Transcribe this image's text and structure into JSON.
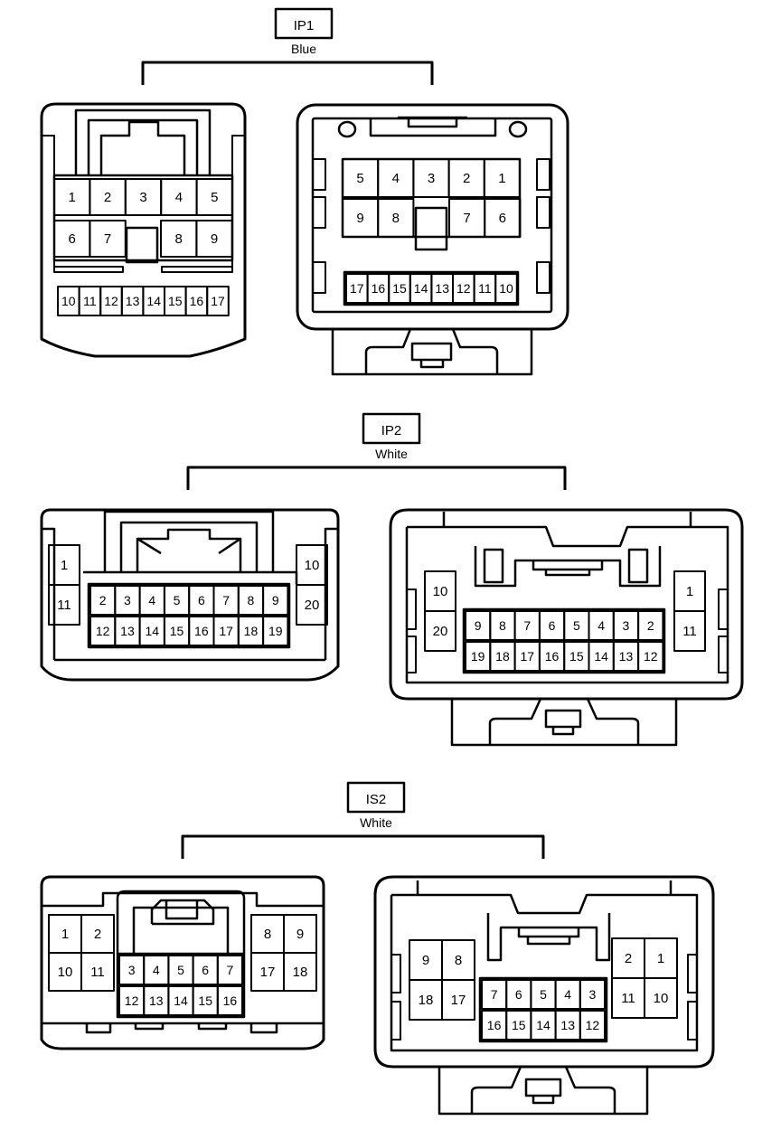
{
  "colors": {
    "ink": "#000000",
    "paper": "#ffffff"
  },
  "connectors": [
    {
      "id": "ip1",
      "code": "IP1",
      "color_label": "Blue",
      "left_pins": {
        "row1": [
          "1",
          "2",
          "3",
          "4",
          "5"
        ],
        "row2a": [
          "6",
          "7"
        ],
        "row2b": [
          "8",
          "9"
        ],
        "row3": [
          "10",
          "11",
          "12",
          "13",
          "14",
          "15",
          "16",
          "17"
        ]
      },
      "right_pins": {
        "row1": [
          "5",
          "4",
          "3",
          "2",
          "1"
        ],
        "row2a": [
          "9",
          "8"
        ],
        "row2b": [
          "7",
          "6"
        ],
        "row3": [
          "17",
          "16",
          "15",
          "14",
          "13",
          "12",
          "11",
          "10"
        ]
      }
    },
    {
      "id": "ip2",
      "code": "IP2",
      "color_label": "White",
      "left_pins": {
        "side_left": [
          "1",
          "11"
        ],
        "side_right": [
          "10",
          "20"
        ],
        "row1": [
          "2",
          "3",
          "4",
          "5",
          "6",
          "7",
          "8",
          "9"
        ],
        "row2": [
          "12",
          "13",
          "14",
          "15",
          "16",
          "17",
          "18",
          "19"
        ]
      },
      "right_pins": {
        "side_left": [
          "10",
          "20"
        ],
        "side_right": [
          "1",
          "11"
        ],
        "row1": [
          "9",
          "8",
          "7",
          "6",
          "5",
          "4",
          "3",
          "2"
        ],
        "row2": [
          "19",
          "18",
          "17",
          "16",
          "15",
          "14",
          "13",
          "12"
        ]
      }
    },
    {
      "id": "is2",
      "code": "IS2",
      "color_label": "White",
      "left_pins": {
        "block_left": [
          "1",
          "2",
          "10",
          "11"
        ],
        "block_right": [
          "8",
          "9",
          "17",
          "18"
        ],
        "row1": [
          "3",
          "4",
          "5",
          "6",
          "7"
        ],
        "row2": [
          "12",
          "13",
          "14",
          "15",
          "16"
        ]
      },
      "right_pins": {
        "block_left": [
          "9",
          "8",
          "18",
          "17"
        ],
        "block_right": [
          "2",
          "1",
          "11",
          "10"
        ],
        "row1": [
          "7",
          "6",
          "5",
          "4",
          "3"
        ],
        "row2": [
          "16",
          "15",
          "14",
          "13",
          "12"
        ]
      }
    }
  ]
}
